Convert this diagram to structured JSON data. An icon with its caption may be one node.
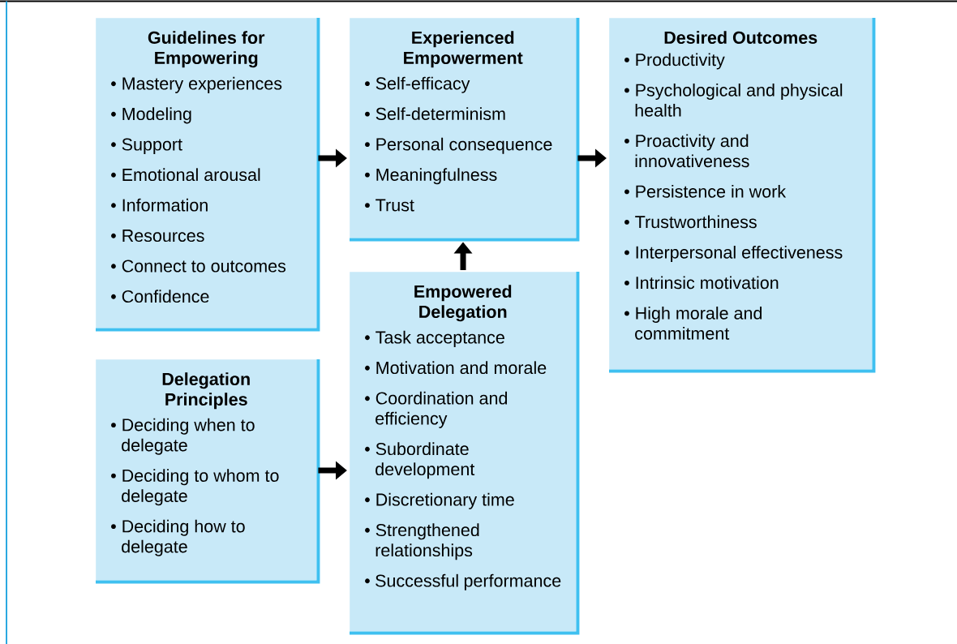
{
  "diagram": {
    "nodes": [
      {
        "text": [
          "Guidelines for Empowering",
          "• Mastery experiences",
          "• Modeling",
          "• Support",
          "• Emotional arousal",
          "• Information",
          "• Resources",
          "• Connect to outcomes",
          "• Confidence"
        ]
      },
      {
        "text": [
          "Experienced Empowerment",
          "• Self-efficacy",
          "• Self-determinism",
          "• Personal consequence",
          "• Meaningfulness",
          "• Trust"
        ]
      },
      {
        "text": [
          "Desired Outcomes",
          "• Productivity",
          "• Psychological and physical health",
          "• Proactivity and innovativeness",
          "• Persistence in work",
          "• Trustworthiness",
          "• Interpersonal effectiveness",
          "• Intrinsic motivation",
          "• High morale and commitment"
        ]
      },
      {
        "text": [
          "Delegation Principles",
          "• Deciding when to delegate",
          "• Deciding to whom to delegate",
          "• Deciding how to delegate"
        ]
      },
      {
        "text": [
          "Empowered Delegation",
          "• Task acceptance",
          "• Motivation and morale",
          "• Coordination and efficiency",
          "• Subordinate development",
          "• Discretionary time",
          "• Strengthened relationships",
          "• Successful performance"
        ]
      }
    ],
    "edges": [
      {
        "from": 0,
        "to": 1,
        "arrow": "to"
      },
      {
        "from": 1,
        "to": 2,
        "arrow": "to"
      },
      {
        "from": 3,
        "to": 4,
        "arrow": "to"
      },
      {
        "from": 4,
        "to": 1,
        "arrow": "to"
      }
    ]
  }
}
